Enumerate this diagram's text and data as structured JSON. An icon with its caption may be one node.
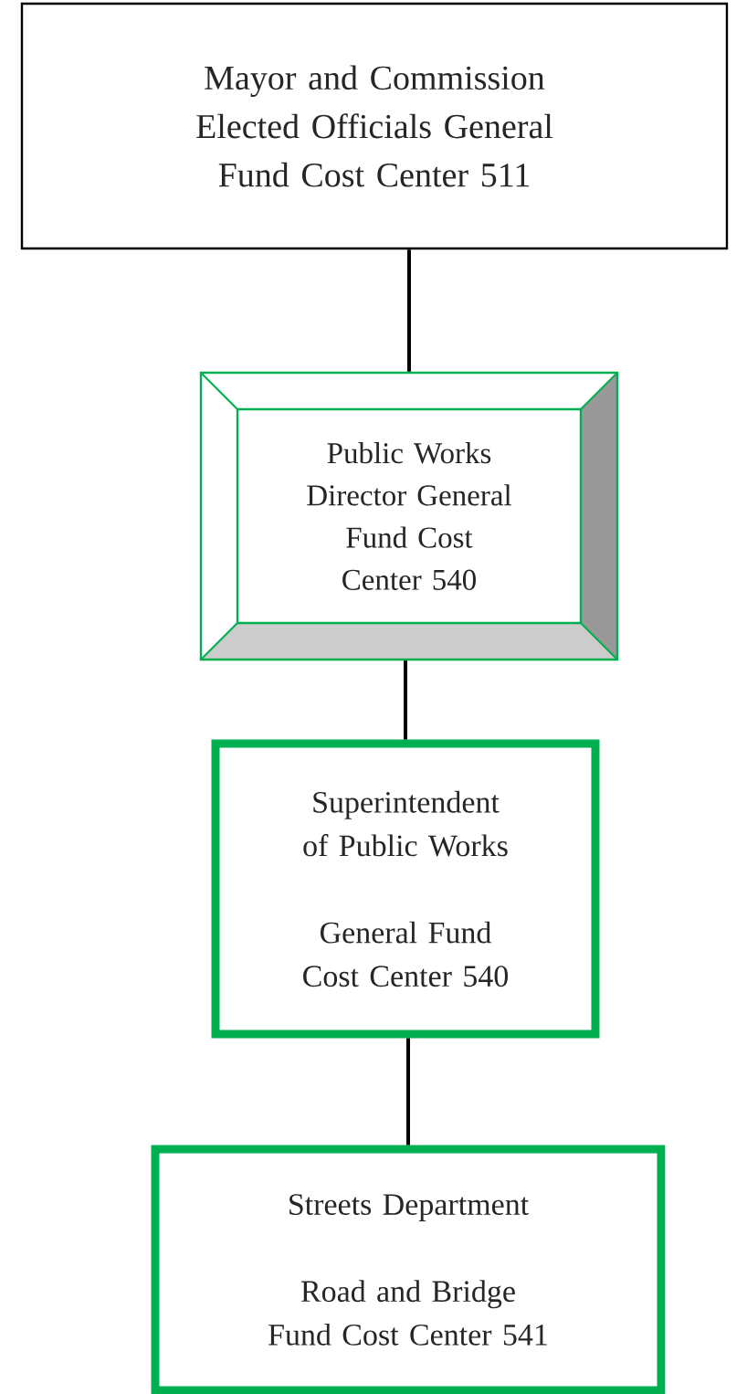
{
  "diagram": {
    "nodes": [
      {
        "text": [
          "Mayor and Commission Elected Officials General Fund Cost Center 511"
        ]
      },
      {
        "text": [
          "Public Works Director General Fund Cost Center 540"
        ]
      },
      {
        "text": [
          "Superintendent of Public Works",
          "General Fund Cost Center 540"
        ]
      },
      {
        "text": [
          "Streets Department",
          "Road and Bridge Fund Cost Center 541"
        ]
      }
    ],
    "edges": [
      {
        "from": 0,
        "to": 1,
        "arrow": "none"
      },
      {
        "from": 1,
        "to": 2,
        "arrow": "none"
      },
      {
        "from": 2,
        "to": 3,
        "arrow": "none"
      }
    ]
  }
}
